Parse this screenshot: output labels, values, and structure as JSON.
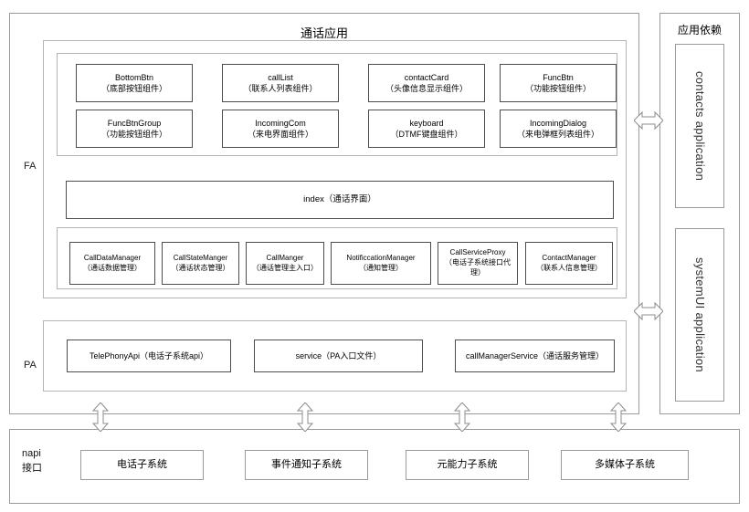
{
  "diagram": {
    "title": "通话应用",
    "layer_labels": {
      "fa": "FA",
      "pa": "PA",
      "napi": "napi\n接口"
    },
    "napi_label_line1": "napi",
    "napi_label_line2": "接口"
  },
  "fa_layer": {
    "components": [
      {
        "name": "BottomBtn",
        "desc": "（底部按钮组件）"
      },
      {
        "name": "callList",
        "desc": "（联系人列表组件）"
      },
      {
        "name": "contactCard",
        "desc": "（头像信息显示组件）"
      },
      {
        "name": "FuncBtn",
        "desc": "（功能按钮组件）"
      },
      {
        "name": "FuncBtnGroup",
        "desc": "（功能按钮组件）"
      },
      {
        "name": "IncomingCom",
        "desc": "（来电界面组件）"
      },
      {
        "name": "keyboard",
        "desc": "（DTMF键盘组件）"
      },
      {
        "name": "IncomingDialog",
        "desc": "（来电弹框列表组件）"
      }
    ],
    "index": {
      "label": "index（通话界面）"
    },
    "managers": [
      {
        "name": "CallDataManager",
        "desc": "（通话数据管理）"
      },
      {
        "name": "CallStateManger",
        "desc": "（通话状态管理）"
      },
      {
        "name": "CallManger",
        "desc": "（通话管理主入口）"
      },
      {
        "name": "NotificcationManager",
        "desc": "（通知管理）"
      },
      {
        "name": "CallServiceProxy",
        "desc": "（电话子系统接口代理）"
      },
      {
        "name": "ContactManager",
        "desc": "（联系人信息管理）"
      }
    ]
  },
  "pa_layer": {
    "services": [
      {
        "label": "TelePhonyApi（电话子系统api）"
      },
      {
        "label": "service（PA入口文件）"
      },
      {
        "label": "callManagerService（通话服务管理）"
      }
    ]
  },
  "napi_layer": {
    "subsystems": [
      {
        "label": "电话子系统"
      },
      {
        "label": "事件通知子系统"
      },
      {
        "label": "元能力子系统"
      },
      {
        "label": "多媒体子系统"
      }
    ]
  },
  "dependencies": {
    "title": "应用依赖",
    "apps": [
      {
        "label": "contacts application"
      },
      {
        "label": "systemUI application"
      }
    ]
  },
  "colors": {
    "border": "#9a9a9a",
    "border_light": "#b4b4b4",
    "text": "#000000",
    "background": "#ffffff"
  }
}
